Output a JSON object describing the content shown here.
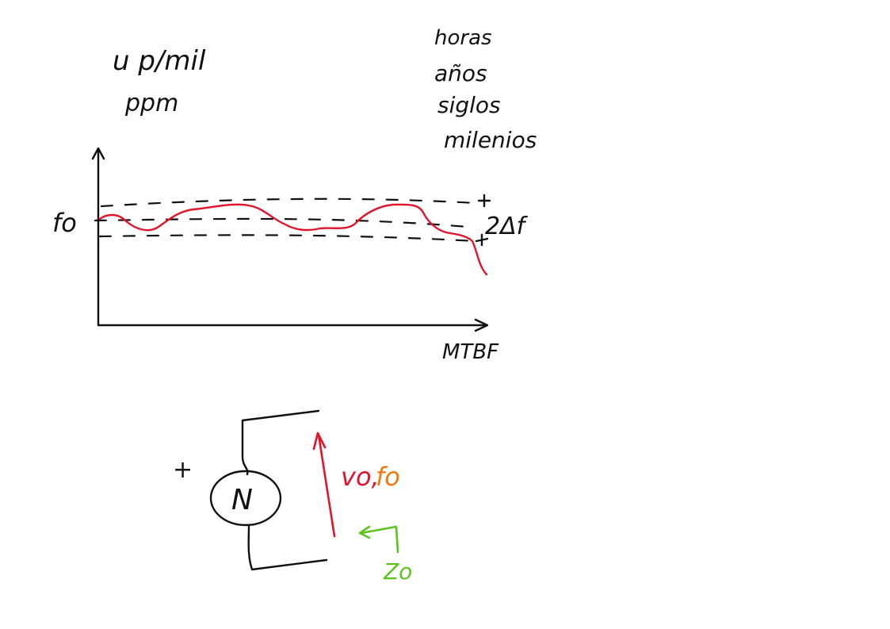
{
  "notes": {
    "tolerance_units": "u p/mil",
    "ppm": "ppm",
    "time_units": [
      "horas",
      "años",
      "siglos",
      "milenios"
    ]
  },
  "graph": {
    "y_marker": "fo",
    "x_label": "MTBF",
    "band_label": "2Δf",
    "upper_sign": "+",
    "lower_sign": "+"
  },
  "circuit": {
    "polarity": "+",
    "source_symbol": "N",
    "voltage_label": "vo,",
    "freq_label": "fo",
    "impedance_label": "Zo"
  },
  "colors": {
    "ink": "#111111",
    "signal": "#e0142a",
    "freq": "#f07a10",
    "impedance": "#5cc41c"
  }
}
